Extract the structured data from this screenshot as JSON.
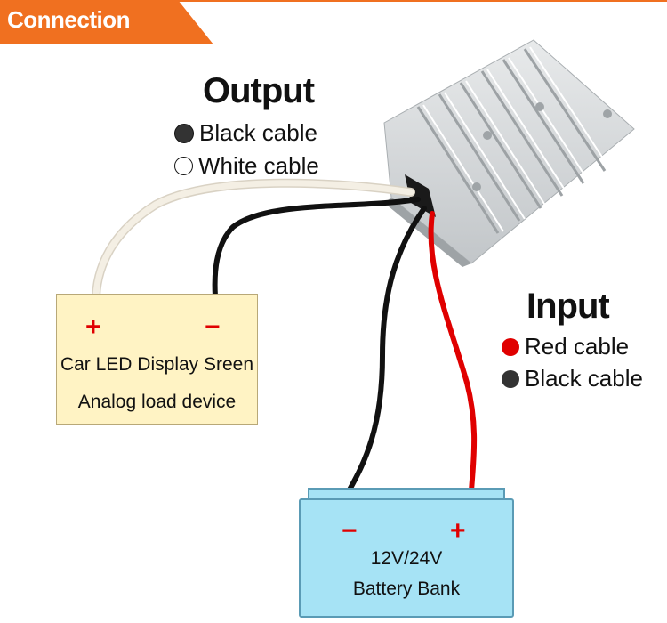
{
  "header": {
    "title": "Connection"
  },
  "output": {
    "heading": "Output",
    "legend": [
      {
        "label": "Black cable",
        "color": "#333333"
      },
      {
        "label": "White cable",
        "color": "#ffffff"
      }
    ]
  },
  "input": {
    "heading": "Input",
    "legend": [
      {
        "label": "Red cable",
        "color": "#e00000"
      },
      {
        "label": "Black cable",
        "color": "#333333"
      }
    ]
  },
  "load": {
    "line1": "Car LED Display Sreen",
    "line2": "Analog load device",
    "plus": "+",
    "minus": "−"
  },
  "battery": {
    "voltage": "12V/24V",
    "label": "Battery Bank",
    "plus": "+",
    "minus": "−"
  },
  "colors": {
    "accent": "#f07020",
    "red_cable": "#e00000",
    "black_cable": "#111111",
    "white_cable": "#f1ebe0",
    "load_fill": "#fff3c4",
    "battery_fill": "#a6e3f5"
  }
}
